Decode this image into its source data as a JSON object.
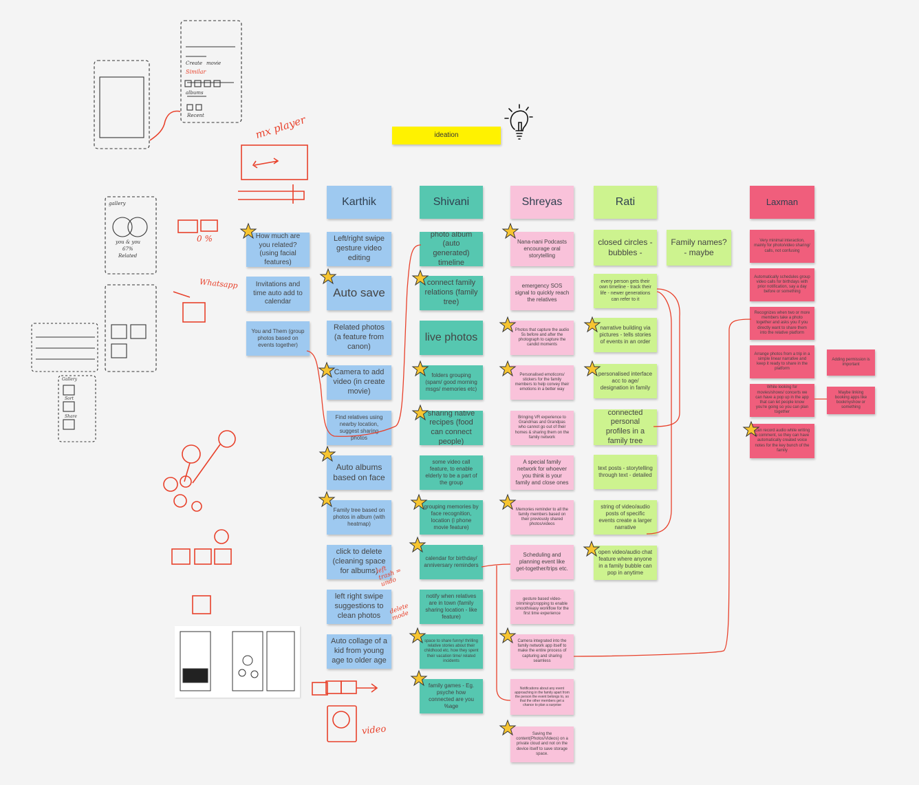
{
  "title": "ideation",
  "colors": {
    "blue": "#9ec9f0",
    "teal": "#56c7b0",
    "pink": "#f9c2da",
    "green": "#cdf38f",
    "red": "#f05e7c",
    "title": "#fff200",
    "ink": "#e8402a"
  },
  "icons": [
    "lightbulb-icon",
    "star-icon"
  ],
  "columns": {
    "karthik": {
      "header": "Karthik",
      "notes": [
        "Left/right swipe gesture video editing",
        "Auto save",
        "Related photos (a feature from canon)",
        "Camera to add video (in create movie)",
        "Find relatives using nearby location, suggest sharing photos",
        "Auto albums based on face",
        "Family tree based on photos in album (with heatmap)",
        "click to delete (cleaning space for albums)",
        "left right swipe suggestions to clean photos",
        "Auto collage of a kid from young age to older age"
      ],
      "side_notes": [
        "How much are you related? (using facial features)",
        "Invitations and time auto add to calendar",
        "You and Them (group photos based on events together)"
      ]
    },
    "shivani": {
      "header": "Shivani",
      "notes": [
        "photo album (auto generated) timeline",
        "connect family relations (family tree)",
        "live photos",
        "folders grouping (spam/ good morning msgs/ memories etc)",
        "sharing native recipes (food can connect people)",
        "some video call feature, to enable elderly to be a part of the group",
        "grouping memories by face recognition, location (i phone movie feature)",
        "calendar for birthday/ anniversary reminders",
        "notify when relatives are in town (family sharing location - like feature)",
        "space to share funny/ thrilling relative stories about their childhood etc. how they spent their vacation time/ related incidents",
        "family games - Eg. psyche how connected are you %age"
      ]
    },
    "shreyas": {
      "header": "Shreyas",
      "notes": [
        "Nana-nani Podcasts encourage oral storytelling",
        "emergency SOS signal to quickly reach the relatives",
        "Photos that capture the audio 5s before and after the photograph to capture the candid moments",
        "Personalised emoticons/ stickers for the family members to help convey their emotions in a better way",
        "Bringing VR experience to Grandmas and Grandpas who cannot go out of their homes & sharing them on the family network",
        "A special family network for whoever you think is your family and close ones",
        "Memories reminder to all the family members based on their previously shared photos/videos",
        "Scheduling and planning event like get-together/trips etc.",
        "gesture based video-trimming/cropping to enable smooth/easy workflow for the first time experience",
        "Camera integrated into the family network app itself to make the entire process of capturing and sharing seamless",
        "Notifications about any event approaching in the family apart from the person the event belongs to, so that the other members get a chance to plan a surprise",
        "Saving the content(Photos/Videos) on a private cloud and not on the device itself to save storage space."
      ]
    },
    "rati": {
      "header": "Rati",
      "notes": [
        "closed circles - bubbles -",
        "every person gets their own timeline - track their life - newer generations can refer to it",
        "narrative building via pictures - tells stories of events in an order",
        "personalised interface acc to age/ designation in family",
        "connected personal profiles in a family tree",
        "text posts - storytelling through text - detailed",
        "string of video/audio posts of specific events create a larger narrative",
        "open video/audio chat feature where anyone in a family bubble can pop in anytime"
      ],
      "side_notes": [
        "Family names? - maybe"
      ]
    },
    "laxman": {
      "header": "Laxman",
      "notes": [
        "Very minimal interaction, mainly for photo/video sharing/ calls, not confusing",
        "Automatically schedules group video calls for birthdays with prior notification, say a day before or something",
        "Recognizes when two or more members take a photo together and asks you if you directly want to share them into the relative platform",
        "Arrange photos from a trip in a simple linear narrative and keep it ready to share in the platform",
        "While looking for movies/shows/ concerts we can have a pop up in the app that can let people know you're going so you can plan together",
        "Can record audio while writing a comment, so they can have automatically created voice notes for the key bunch of the family"
      ],
      "side_notes": [
        "Adding permission is important",
        "Maybe linking booking apps like bookmyshow or something"
      ]
    }
  },
  "handwriting": [
    "mx player",
    "Whatsapp",
    "0 %",
    "left trash = undo",
    "delete mode",
    "video",
    "gallery",
    "you & you",
    "67%",
    "Related",
    "Gallery",
    "Sort",
    "Share",
    "Create",
    "movie",
    "Similar",
    "albums",
    "Recent"
  ]
}
